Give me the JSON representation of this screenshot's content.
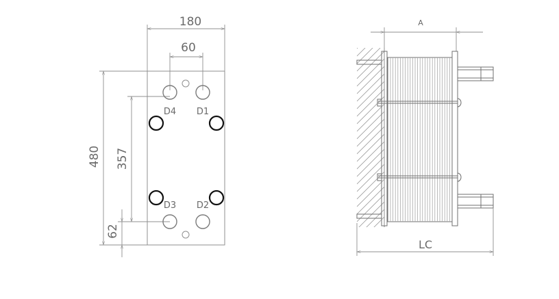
{
  "front_view": {
    "dim_width": "180",
    "dim_port_spacing": "60",
    "dim_height": "480",
    "dim_port_height": "357",
    "dim_bottom_offset": "62",
    "port_labels": [
      "D4",
      "D1",
      "D3",
      "D2"
    ]
  },
  "side_view": {
    "dim_a": "A",
    "dim_lc": "LC"
  },
  "colors": {
    "line": "#8f8f8f",
    "bolt": "#111111",
    "text": "#6a6a6a"
  }
}
